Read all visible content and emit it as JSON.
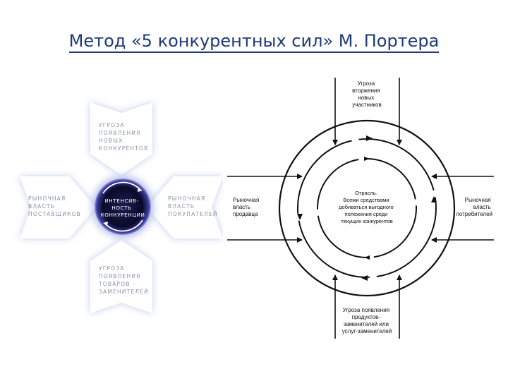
{
  "title": "Метод «5 конкурентных сил» М. Портера",
  "left_diagram": {
    "top": [
      "УГРОЗА",
      "ПОЯВЛЕНИЯ",
      "НОВЫХ",
      "КОНКУРЕНТОВ"
    ],
    "left": [
      "РЫНОЧНАЯ",
      "ВЛАСТЬ",
      "ПОСТАВЩИКОВ"
    ],
    "right": [
      "РЫНОЧНАЯ",
      "ВЛАСТЬ",
      "ПОКУПАТЕЛЕЙ"
    ],
    "bottom": [
      "УГРОЗА",
      "ПОЯВЛЕНИЯ",
      "ТОВАРОВ -",
      "ЗАМЕНИТЕЛЕЙ"
    ],
    "center": [
      "ИНТЕНСИВ-",
      "НОСТЬ",
      "КОНКУРЕНЦИИ"
    ]
  },
  "right_diagram": {
    "top": [
      "Угроза",
      "вторжения",
      "новых",
      "участников"
    ],
    "left": [
      "Рыночная",
      "власть",
      "продавца"
    ],
    "right": [
      "Рыночная",
      "власть",
      "потребителей"
    ],
    "bottom": [
      "Угроза появления",
      "продуктов-",
      "заменителей или",
      "услуг-заменителей"
    ],
    "center": [
      "Отрасль.",
      "Всеми средствами",
      "добиваться выгодного",
      "положения среди",
      "текущих конкурентов"
    ]
  },
  "colors": {
    "title": "#1f3a7a",
    "petal": "#ffffff",
    "petal_glow": "#b9c6e2",
    "center_dark": "#0a0a2a",
    "center_ring": "#6f6fc8",
    "line": "#111111"
  }
}
